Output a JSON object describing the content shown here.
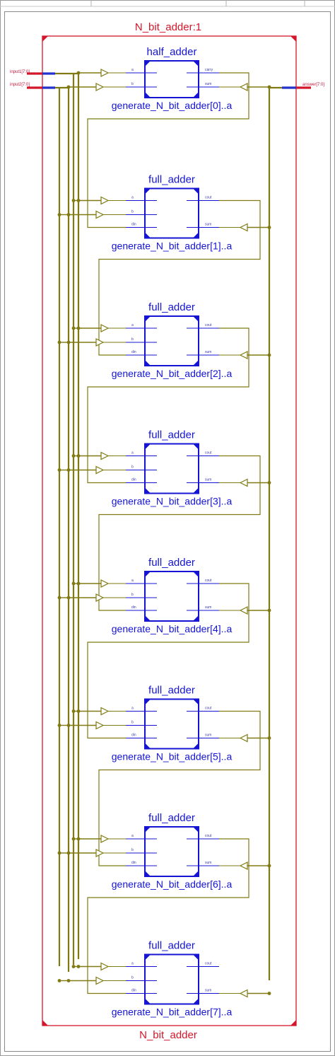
{
  "module_title": "N_bit_adder:1",
  "module_footer": "N_bit_adder",
  "inputs": [
    "input1[7:0]",
    "input2[7:0]"
  ],
  "output": "answer[7:0]",
  "colors": {
    "frame": "#d4162a",
    "wire": "#807a12",
    "block": "#1414d2",
    "bus_in": "#2233cc",
    "bus_red": "#d4162a"
  },
  "stages": [
    {
      "type": "half_adder",
      "name": "generate_N_bit_adder[0]..a",
      "ports_in": [
        "a",
        "b"
      ],
      "ports_out": [
        "carry",
        "sum"
      ]
    },
    {
      "type": "full_adder",
      "name": "generate_N_bit_adder[1]..a",
      "ports_in": [
        "a",
        "b",
        "din"
      ],
      "ports_out": [
        "cout",
        "sum"
      ]
    },
    {
      "type": "full_adder",
      "name": "generate_N_bit_adder[2]..a",
      "ports_in": [
        "a",
        "b",
        "din"
      ],
      "ports_out": [
        "cout",
        "sum"
      ]
    },
    {
      "type": "full_adder",
      "name": "generate_N_bit_adder[3]..a",
      "ports_in": [
        "a",
        "b",
        "din"
      ],
      "ports_out": [
        "cout",
        "sum"
      ]
    },
    {
      "type": "full_adder",
      "name": "generate_N_bit_adder[4]..a",
      "ports_in": [
        "a",
        "b",
        "din"
      ],
      "ports_out": [
        "cout",
        "sum"
      ]
    },
    {
      "type": "full_adder",
      "name": "generate_N_bit_adder[5]..a",
      "ports_in": [
        "a",
        "b",
        "din"
      ],
      "ports_out": [
        "cout",
        "sum"
      ]
    },
    {
      "type": "full_adder",
      "name": "generate_N_bit_adder[6]..a",
      "ports_in": [
        "a",
        "b",
        "din"
      ],
      "ports_out": [
        "cout",
        "sum"
      ]
    },
    {
      "type": "full_adder",
      "name": "generate_N_bit_adder[7]..a",
      "ports_in": [
        "a",
        "b",
        "din"
      ],
      "ports_out": [
        "cout",
        "sum"
      ]
    }
  ]
}
